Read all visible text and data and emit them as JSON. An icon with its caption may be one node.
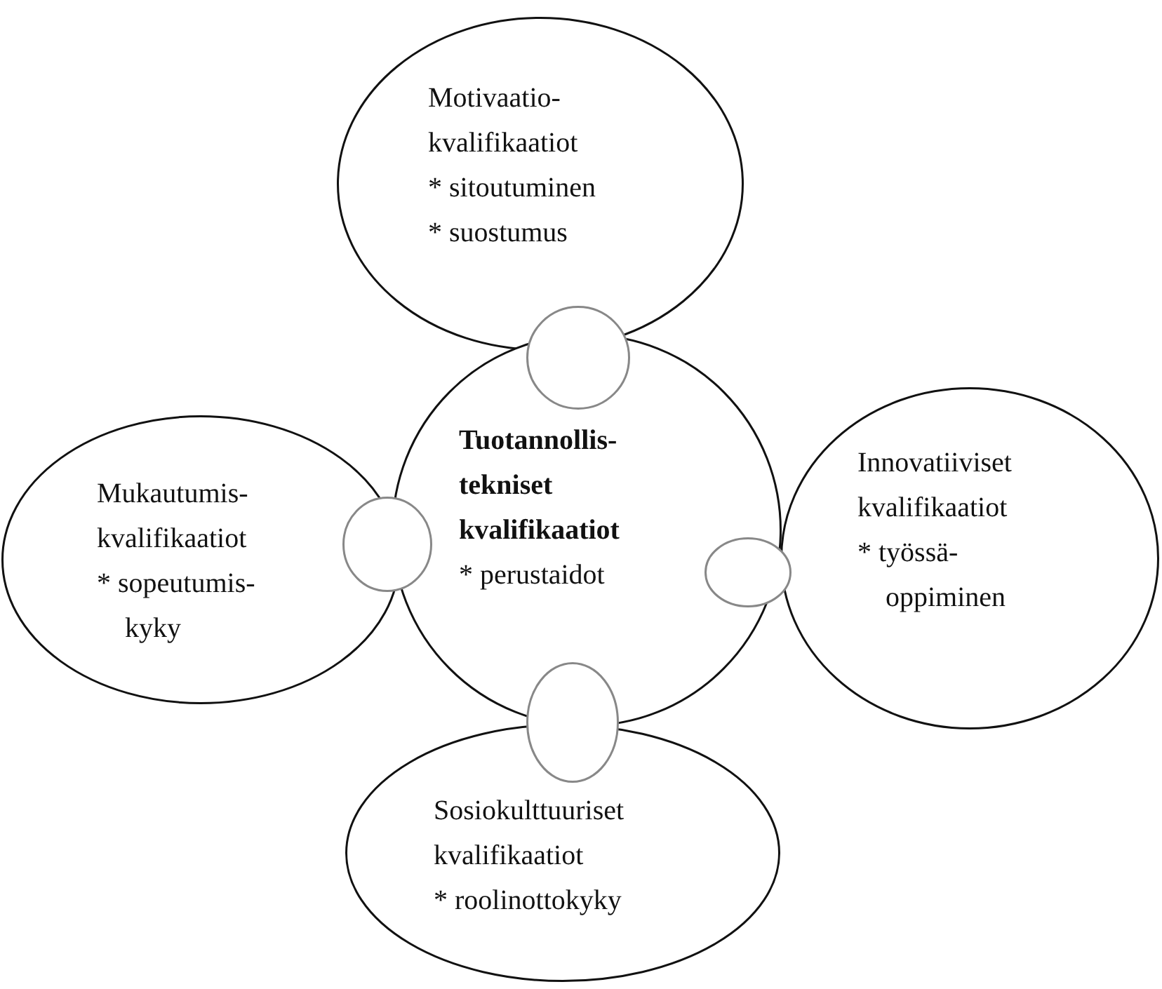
{
  "diagram": {
    "nodes": [
      {
        "text": [
          "Motivaatio-kvalifikaatiot",
          "* sitoutuminen",
          "* suostumus"
        ]
      },
      {
        "text": [
          "Tuotannollis-tekniset kvalifikaatiot",
          "* perustaidot"
        ]
      },
      {
        "text": [
          "Mukautumis-kvalifikaatiot",
          "* sopeutumis-kyky"
        ]
      },
      {
        "text": [
          "Innovatiiviset kvalifikaatiot",
          "* työssä-oppiminen"
        ]
      },
      {
        "text": [
          "Sosiokulttuuriset kvalifikaatiot",
          "* roolinottokyky"
        ]
      },
      {
        "text": [],
        "shape": "circle"
      },
      {
        "text": [],
        "shape": "circle"
      },
      {
        "text": [],
        "shape": "circle"
      },
      {
        "text": [],
        "shape": "circle"
      }
    ]
  }
}
